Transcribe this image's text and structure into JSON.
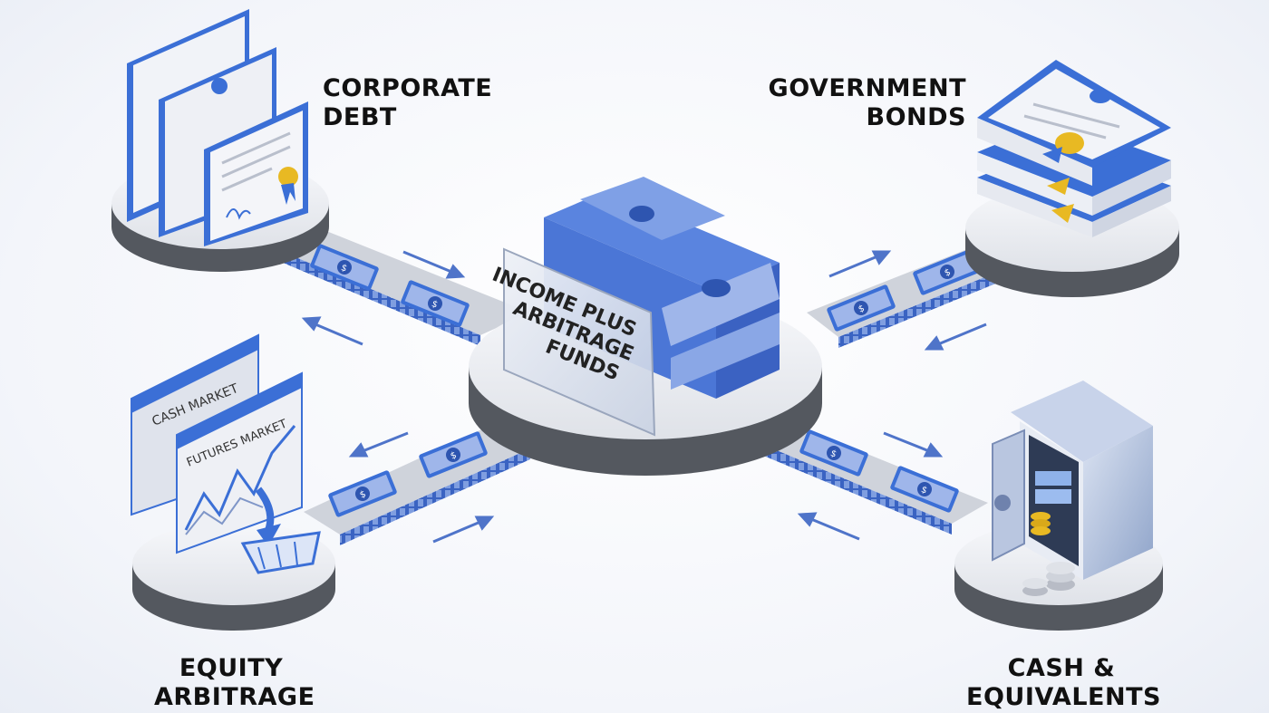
{
  "hub": {
    "line1": "INCOME PLUS",
    "line2": "ARBITRAGE",
    "line3": "FUNDS"
  },
  "nodes": {
    "corporate_debt": {
      "line1": "CORPORATE",
      "line2": "DEBT"
    },
    "government_bonds": {
      "line1": "GOVERNMENT",
      "line2": "BONDS"
    },
    "equity_arbitrage": {
      "line1": "EQUITY",
      "line2": "ARBITRAGE"
    },
    "cash_equivalents": {
      "line1": "CASH &",
      "line2": "EQUIVALENTS"
    }
  },
  "screens": {
    "cash_market": "CASH MARKET",
    "futures_market": "FUTURES MARKET"
  },
  "bill_symbol": "$",
  "colors": {
    "accent": "#3b6fd6",
    "accent_dark": "#2e55b0",
    "bill": "#9fb6ea",
    "platform": "#e8eaef",
    "platform_rim": "#54585f",
    "belt": "#cfd3db",
    "gold": "#e8b923"
  }
}
